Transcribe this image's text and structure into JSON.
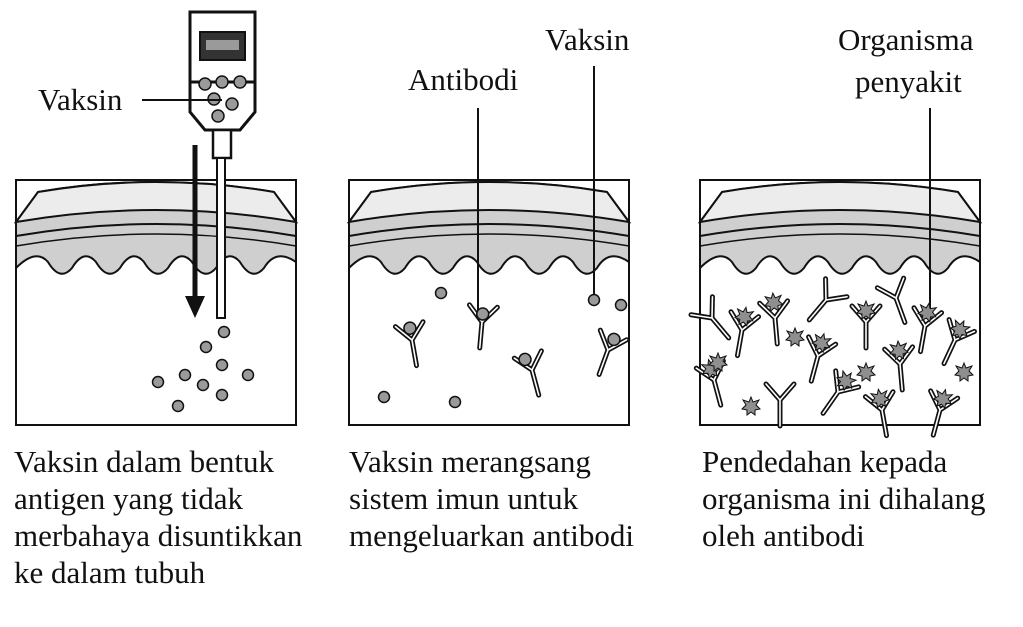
{
  "labels": {
    "syringe_vaccine": "Vaksin",
    "antibody": "Antibodi",
    "vaccine": "Vaksin",
    "pathogen_line1": "Organisma",
    "pathogen_line2": "penyakit"
  },
  "captions": {
    "panel1": "Vaksin dalam bentuk\nantigen yang tidak\nmerbahaya disuntikkan\nke dalam tubuh",
    "panel2": "Vaksin  merangsang\nsistem imun untuk\nmengeluarkan antibodi",
    "panel3": "Pendedahan kepada\norganisma ini dihalang\noleh antibodi"
  },
  "colors": {
    "outline": "#111111",
    "skin_top": "#e6e6e6",
    "skin_mid": "#cfcfcf",
    "particle": "#9a9a9a"
  }
}
